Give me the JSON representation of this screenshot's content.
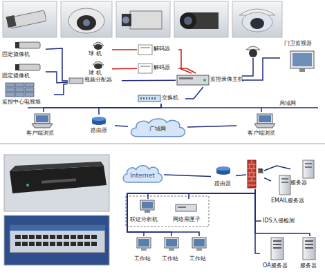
{
  "diagram": {
    "nodes": [
      {
        "text": [
          "固定摄像机"
        ]
      },
      {
        "text": [
          "固定摄像机"
        ]
      },
      {
        "text": [
          "监控中心电视墙"
        ]
      },
      {
        "text": [
          "球 机"
        ]
      },
      {
        "text": [
          "球 机"
        ]
      },
      {
        "text": [
          "解码器"
        ]
      },
      {
        "text": [
          "解码器"
        ]
      },
      {
        "text": [
          "视频分配器"
        ]
      },
      {
        "text": [
          "监控录像主机"
        ]
      },
      {
        "text": [
          "门卫监视器"
        ]
      },
      {
        "text": [
          "交换机"
        ]
      },
      {
        "text": [
          "客户端浏览"
        ]
      },
      {
        "text": [
          "路由器"
        ]
      },
      {
        "text": [
          "广域网"
        ]
      },
      {
        "text": [
          "客户端浏览"
        ]
      },
      {
        "text": [
          "Internet"
        ]
      },
      {
        "text": [
          "路由器"
        ]
      },
      {
        "text": [
          "防火墙"
        ]
      },
      {
        "text": [
          "服务器"
        ]
      },
      {
        "text": [
          "EMAIL服务器"
        ]
      },
      {
        "text": [
          "联证分析机"
        ]
      },
      {
        "text": [
          "网络黑匣子"
        ]
      },
      {
        "text": [
          "IDS入侵检测"
        ]
      },
      {
        "text": [
          "工作站"
        ]
      },
      {
        "text": [
          "工作站"
        ]
      },
      {
        "text": [
          "工作站"
        ]
      },
      {
        "text": [
          "OA服务器"
        ]
      },
      {
        "text": [
          "服务器"
        ]
      }
    ],
    "edges": [
      {
        "from": 0,
        "to": 7,
        "arrow": "none"
      },
      {
        "from": 1,
        "to": 7,
        "arrow": "none"
      },
      {
        "from": 7,
        "to": 2,
        "arrow": "none"
      },
      {
        "from": 3,
        "to": 5,
        "arrow": "none"
      },
      {
        "from": 4,
        "to": 6,
        "arrow": "none"
      },
      {
        "from": 5,
        "to": 8,
        "arrow": "none"
      },
      {
        "from": 6,
        "to": 8,
        "arrow": "none"
      },
      {
        "from": 7,
        "to": 8,
        "arrow": "none"
      },
      {
        "from": 8,
        "to": 9,
        "arrow": "none"
      },
      {
        "from": 8,
        "to": 10,
        "arrow": "none"
      },
      {
        "from": 10,
        "to": 11,
        "arrow": "none"
      },
      {
        "from": 10,
        "to": 12,
        "arrow": "none"
      },
      {
        "from": 12,
        "to": 13,
        "arrow": "none"
      },
      {
        "from": 13,
        "to": 14,
        "arrow": "none"
      },
      {
        "from": 15,
        "to": 16,
        "arrow": "none"
      },
      {
        "from": 16,
        "to": 17,
        "arrow": "none"
      },
      {
        "from": 17,
        "to": 18,
        "arrow": "none"
      },
      {
        "from": 17,
        "to": 19,
        "arrow": "none"
      },
      {
        "from": 17,
        "to": 20,
        "arrow": "none"
      },
      {
        "from": 17,
        "to": 21,
        "arrow": "none"
      },
      {
        "from": 17,
        "to": 22,
        "arrow": "none"
      },
      {
        "from": 17,
        "to": 23,
        "arrow": "none"
      },
      {
        "from": 17,
        "to": 24,
        "arrow": "none"
      },
      {
        "from": 17,
        "to": 25,
        "arrow": "none"
      },
      {
        "from": 17,
        "to": 26,
        "arrow": "none"
      },
      {
        "from": 17,
        "to": 27,
        "arrow": "none"
      }
    ],
    "labels": [
      "局域网"
    ]
  }
}
